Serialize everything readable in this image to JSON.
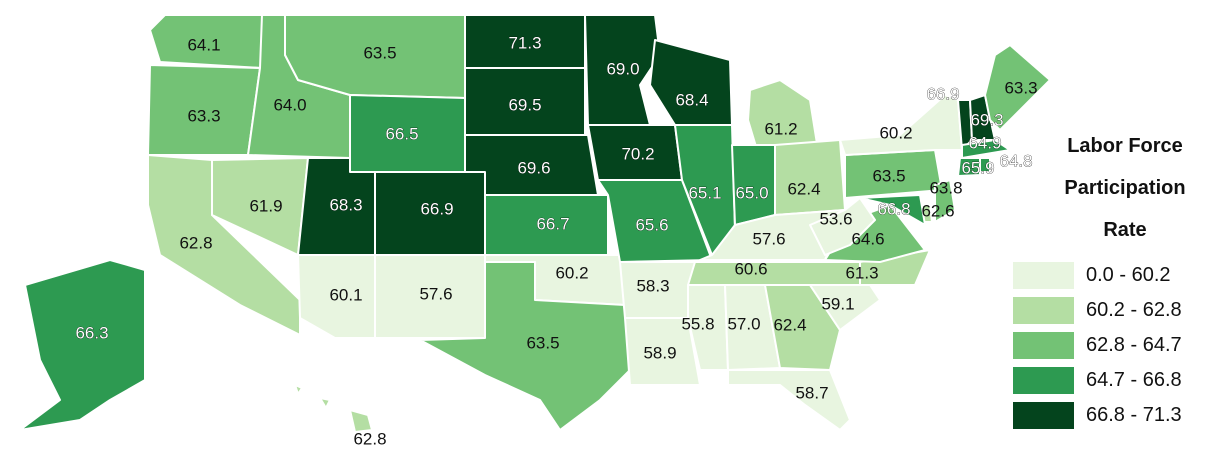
{
  "legend": {
    "title_lines": [
      "Labor Force",
      "Participation",
      "Rate"
    ],
    "bins": [
      {
        "label": "0.0 - 60.2",
        "color": "#e8f5e0"
      },
      {
        "label": "60.2 - 62.8",
        "color": "#b4dea3"
      },
      {
        "label": "62.8 - 64.7",
        "color": "#73c275"
      },
      {
        "label": "64.7 - 66.8",
        "color": "#2d9a51"
      },
      {
        "label": "66.8 - 71.3",
        "color": "#04441d"
      }
    ]
  },
  "states": {
    "WA": 64.1,
    "OR": 63.3,
    "CA": 62.8,
    "ID": 64.0,
    "NV": 61.9,
    "MT": 63.5,
    "WY": 66.5,
    "UT": 68.3,
    "CO": 66.9,
    "AZ": 60.1,
    "NM": 57.6,
    "ND": 71.3,
    "SD": 69.5,
    "NE": 69.6,
    "KS": 66.7,
    "OK": 60.2,
    "TX": 63.5,
    "MN": 69.0,
    "IA": 70.2,
    "MO": 65.6,
    "AR": 58.3,
    "LA": 58.9,
    "WI": 68.4,
    "IL": 65.1,
    "MI": 61.2,
    "IN": 65.0,
    "OH": 62.4,
    "KY": 57.6,
    "TN": 60.6,
    "MS": 55.8,
    "AL": 57.0,
    "GA": 62.4,
    "FL": 58.7,
    "SC": 59.1,
    "NC": 61.3,
    "VA": 64.6,
    "WV": 53.6,
    "PA": 63.5,
    "NY": 60.2,
    "VT": 66.9,
    "NH": 69.3,
    "ME": 63.3,
    "MA": 64.9,
    "CT": 65.9,
    "RI": 64.8,
    "NJ": 63.8,
    "DE": 62.6,
    "MD": 66.8,
    "AK": 66.3,
    "HI": 62.8
  }
}
